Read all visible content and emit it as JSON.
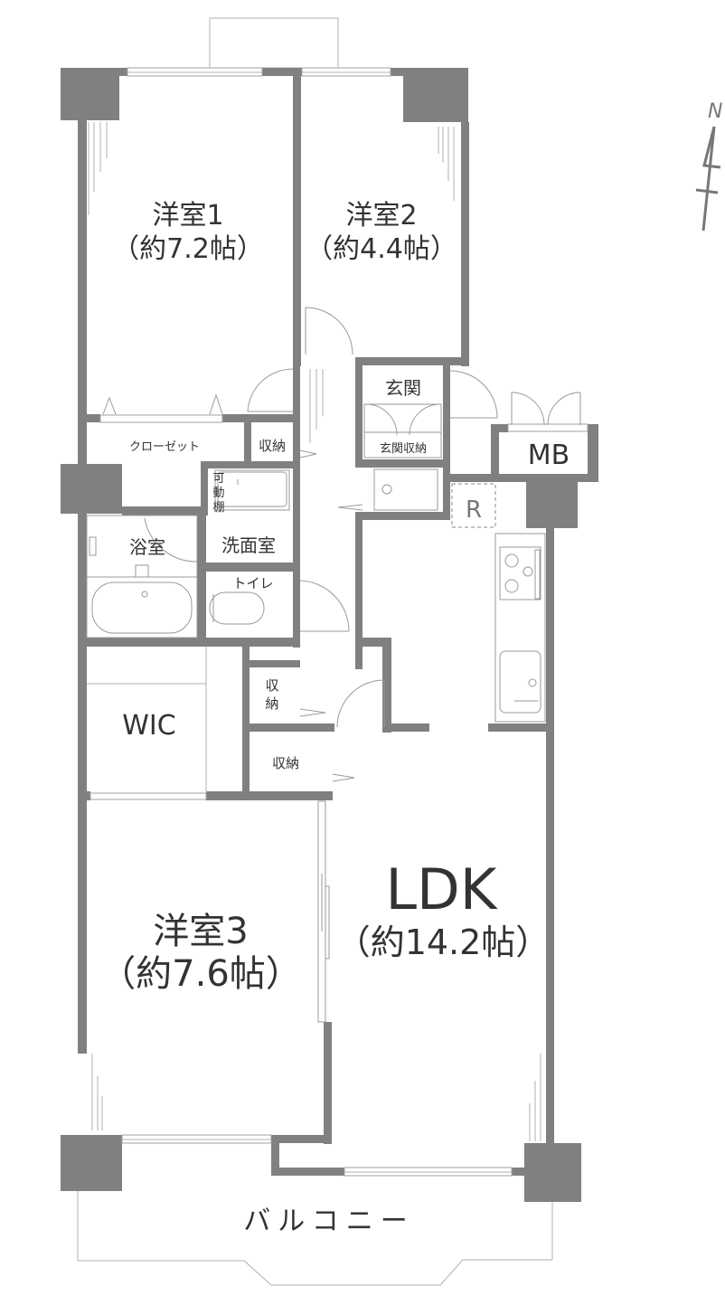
{
  "floor_plan": {
    "title": "3LDK floor plan",
    "wall_color": "#808080",
    "line_color": "#9a9a9a",
    "text_color": "#333333",
    "compass": {
      "label": "N",
      "icon": "north-arrow-icon"
    },
    "rooms": {
      "western_room_1": {
        "name": "洋室1",
        "size": "（約7.2帖）"
      },
      "western_room_2": {
        "name": "洋室2",
        "size": "（約4.4帖）"
      },
      "western_room_3": {
        "name": "洋室3",
        "size": "（約7.6帖）"
      },
      "ldk": {
        "name": "LDK",
        "size": "（約14.2帖）"
      },
      "entrance": {
        "name": "玄関"
      },
      "entrance_storage": {
        "name": "玄関収納"
      },
      "closet": {
        "name": "クローゼット"
      },
      "storage_1": {
        "name": "収納"
      },
      "storage_2": {
        "name_line1": "収",
        "name_line2": "納"
      },
      "storage_3": {
        "name": "収納"
      },
      "movable_shelf": {
        "line1": "可",
        "line2": "動",
        "line3": "棚"
      },
      "bathroom": {
        "name": "浴室"
      },
      "washroom": {
        "name": "洗面室"
      },
      "toilet": {
        "name": "トイレ"
      },
      "wic": {
        "name": "WIC"
      },
      "mb": {
        "name": "MB"
      },
      "refrigerator": {
        "name": "R"
      },
      "balcony": {
        "name": "バルコニー"
      }
    }
  }
}
